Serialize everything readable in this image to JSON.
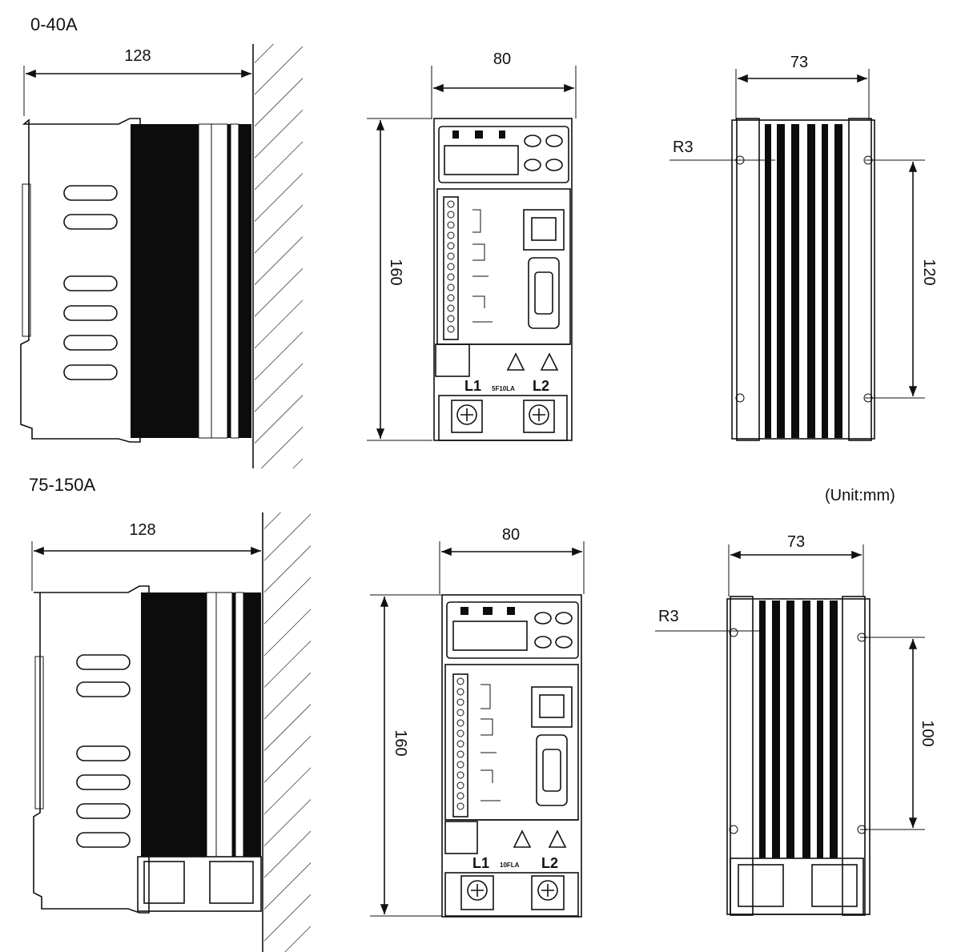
{
  "variants": [
    {
      "range_label": "0-40A",
      "side_view": {
        "depth": "128"
      },
      "front_view": {
        "width": "80",
        "height": "160",
        "terminal_left": "L1",
        "terminal_right": "L2",
        "terminal_mark": "5F10LA"
      },
      "rear_view": {
        "width": "73",
        "radius": "R3",
        "hole_pitch": "120"
      }
    },
    {
      "range_label": "75-150A",
      "side_view": {
        "depth": "128"
      },
      "front_view": {
        "width": "80",
        "height": "160",
        "terminal_left": "L1",
        "terminal_right": "L2",
        "terminal_mark": "10FLA"
      },
      "rear_view": {
        "width": "73",
        "radius": "R3",
        "hole_pitch": "100"
      }
    }
  ],
  "unit_note": "(Unit:mm)"
}
